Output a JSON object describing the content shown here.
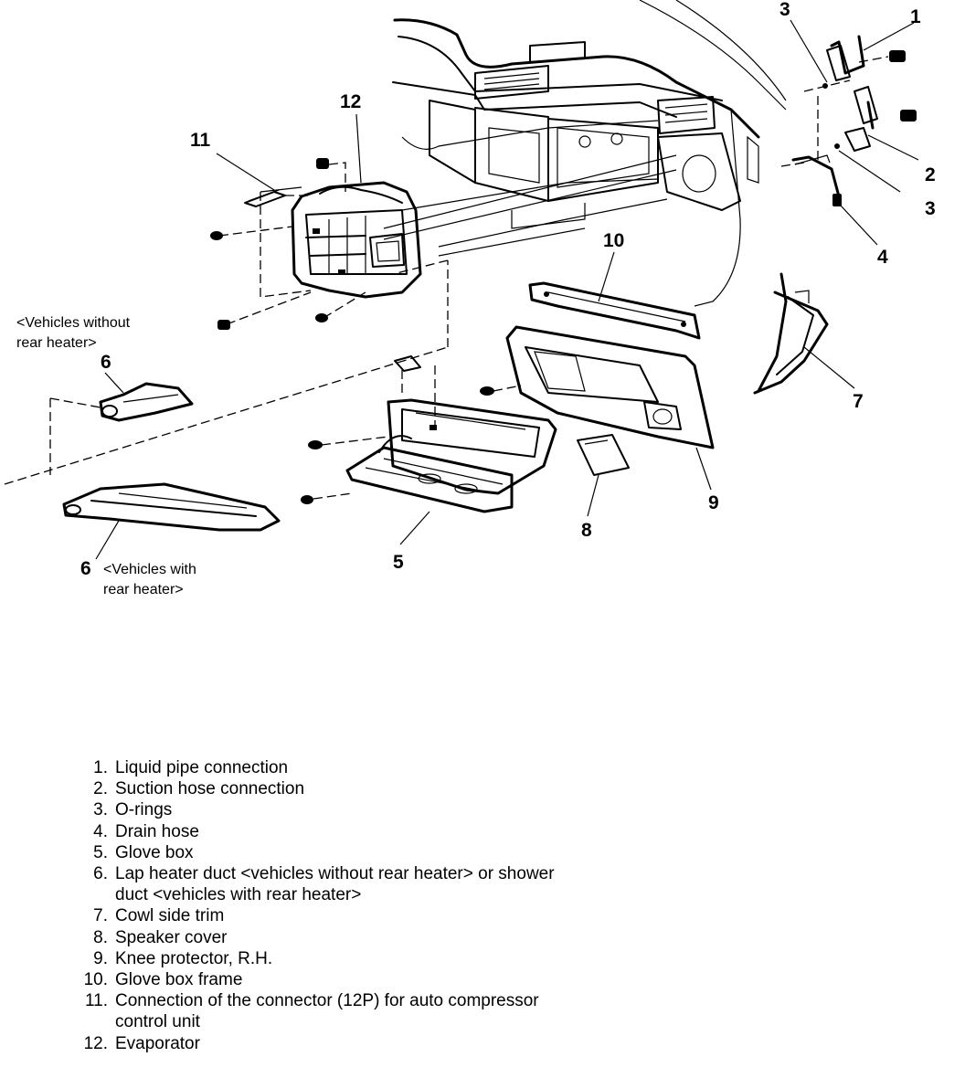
{
  "callouts": {
    "c1": "1",
    "c2": "2",
    "c3a": "3",
    "c3b": "3",
    "c4": "4",
    "c5": "5",
    "c6a": "6",
    "c6b": "6",
    "c7": "7",
    "c8": "8",
    "c9": "9",
    "c10": "10",
    "c11": "11",
    "c12": "12"
  },
  "notes": {
    "without_line1": "<Vehicles without",
    "without_line2": "rear heater>",
    "with_line1": "<Vehicles with",
    "with_line2": "rear heater>"
  },
  "legend": [
    {
      "num": "1.",
      "text": "Liquid pipe connection"
    },
    {
      "num": "2.",
      "text": "Suction hose connection"
    },
    {
      "num": "3.",
      "text": "O-rings"
    },
    {
      "num": "4.",
      "text": "Drain hose"
    },
    {
      "num": "5.",
      "text": "Glove box"
    },
    {
      "num": "6.",
      "text": "Lap heater duct <vehicles without rear heater> or shower duct <vehicles with rear heater>"
    },
    {
      "num": "7.",
      "text": "Cowl side trim"
    },
    {
      "num": "8.",
      "text": "Speaker cover"
    },
    {
      "num": "9.",
      "text": "Knee protector, R.H."
    },
    {
      "num": "10.",
      "text": "Glove box frame"
    },
    {
      "num": "11.",
      "text": "Connection of the connector (12P) for auto compressor control unit"
    },
    {
      "num": "12.",
      "text": "Evaporator"
    }
  ]
}
